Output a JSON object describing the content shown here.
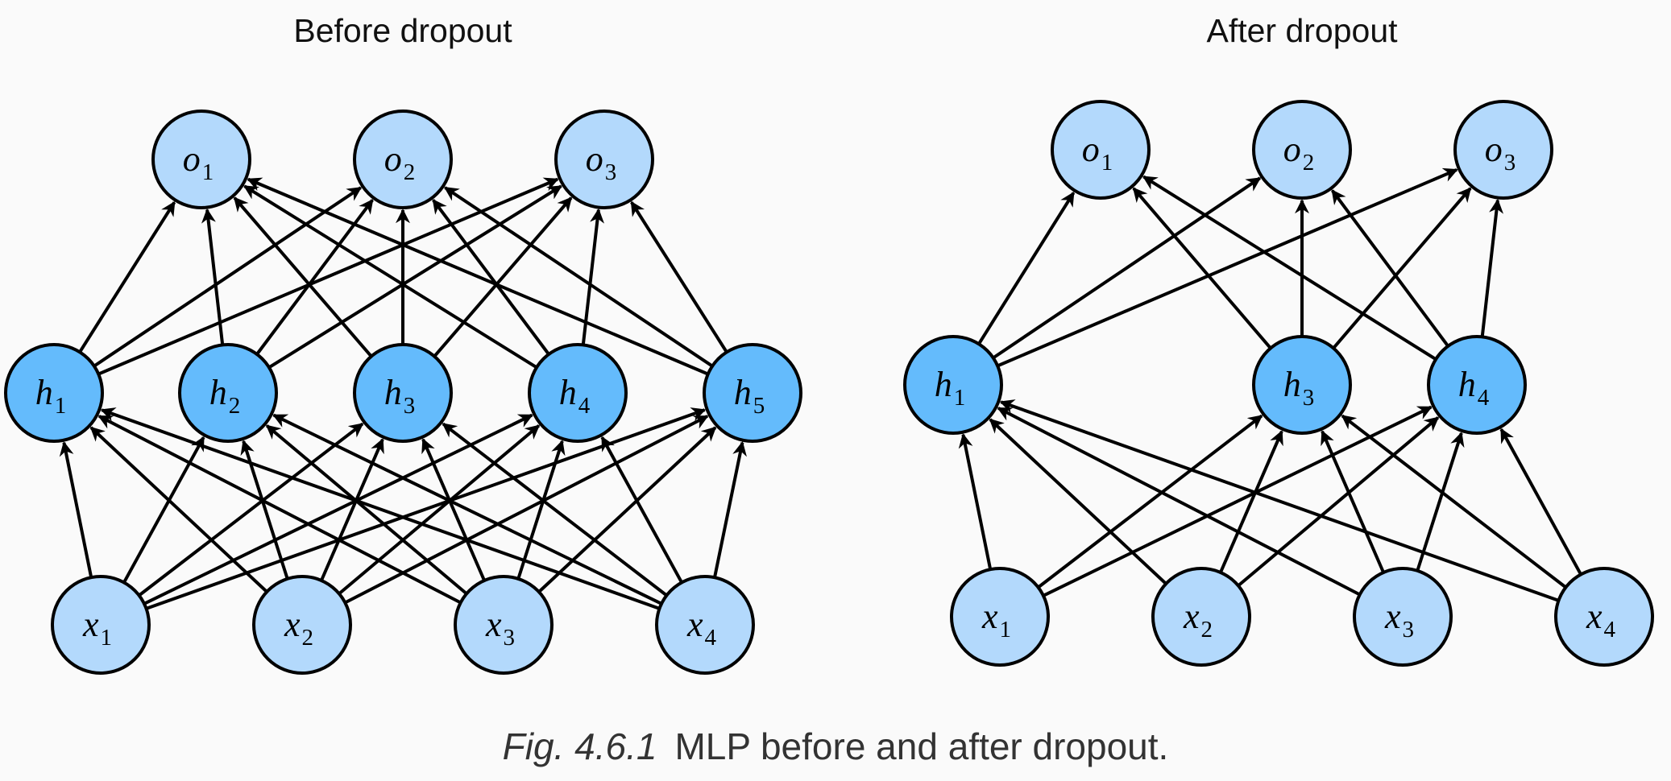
{
  "caption": {
    "fig_number": "Fig. 4.6.1",
    "text": "MLP before and after dropout."
  },
  "colors": {
    "background": "#fafafa",
    "hidden_fill": "#64bbfc",
    "io_fill": "#b3d9fc",
    "stroke": "#000000"
  },
  "panels": [
    {
      "id": "before",
      "title": "Before dropout",
      "inputs": [
        {
          "letter": "x",
          "sub": "1"
        },
        {
          "letter": "x",
          "sub": "2"
        },
        {
          "letter": "x",
          "sub": "3"
        },
        {
          "letter": "x",
          "sub": "4"
        }
      ],
      "hidden": [
        {
          "letter": "h",
          "sub": "1"
        },
        {
          "letter": "h",
          "sub": "2"
        },
        {
          "letter": "h",
          "sub": "3"
        },
        {
          "letter": "h",
          "sub": "4"
        },
        {
          "letter": "h",
          "sub": "5"
        }
      ],
      "outputs": [
        {
          "letter": "o",
          "sub": "1"
        },
        {
          "letter": "o",
          "sub": "2"
        },
        {
          "letter": "o",
          "sub": "3"
        }
      ]
    },
    {
      "id": "after",
      "title": "After dropout",
      "inputs": [
        {
          "letter": "x",
          "sub": "1"
        },
        {
          "letter": "x",
          "sub": "2"
        },
        {
          "letter": "x",
          "sub": "3"
        },
        {
          "letter": "x",
          "sub": "4"
        }
      ],
      "hidden": [
        {
          "letter": "h",
          "sub": "1"
        },
        {
          "letter": "h",
          "sub": "3"
        },
        {
          "letter": "h",
          "sub": "4"
        }
      ],
      "outputs": [
        {
          "letter": "o",
          "sub": "1"
        },
        {
          "letter": "o",
          "sub": "2"
        },
        {
          "letter": "o",
          "sub": "3"
        }
      ]
    }
  ]
}
